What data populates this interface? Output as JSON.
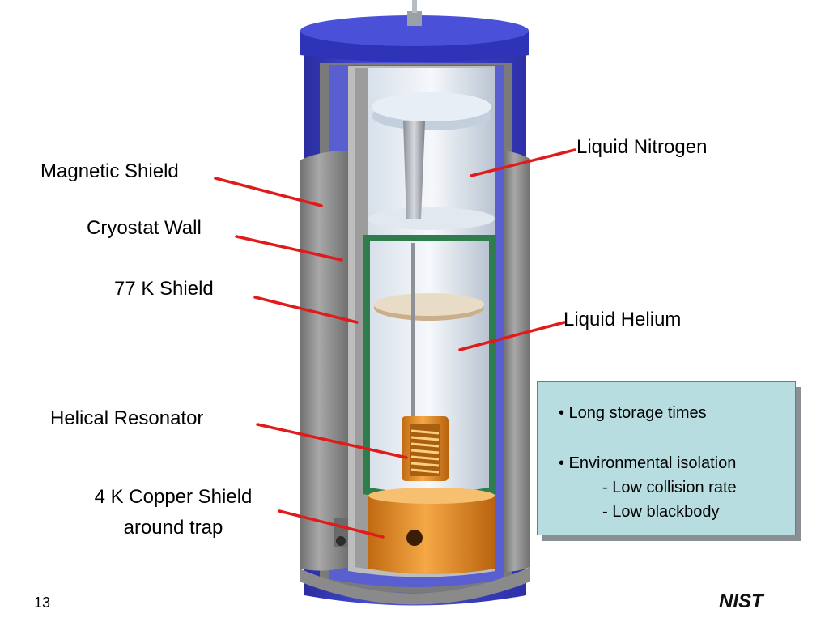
{
  "labels": {
    "magnetic_shield": "Magnetic Shield",
    "cryostat_wall": "Cryostat Wall",
    "shield_77k": "77 K Shield",
    "helical_resonator": "Helical Resonator",
    "copper_shield_line1": "4 K Copper Shield",
    "copper_shield_line2": "around trap",
    "liquid_nitrogen": "Liquid Nitrogen",
    "liquid_helium": "Liquid Helium"
  },
  "info_box": {
    "bullet1": "• Long storage times",
    "bullet2": "• Environmental isolation",
    "sub1": "- Low collision rate",
    "sub2": "- Low blackbody"
  },
  "slide_number": "13",
  "logo": "NIST",
  "colors": {
    "leader_line": "#e01b1b",
    "outer_cylinder": "#3a3ec8",
    "magnetic_shield": "#8c8c8c",
    "shield_77k": "#2f7d4c",
    "copper": "#e8962e",
    "info_box_bg": "#b8dde0"
  }
}
